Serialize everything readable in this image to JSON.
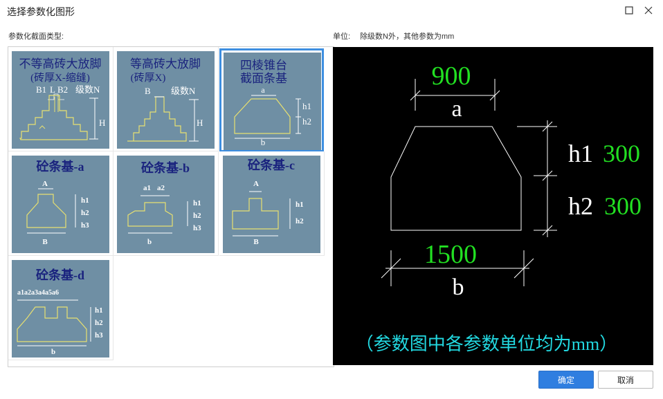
{
  "window": {
    "title": "选择参数化图形"
  },
  "labels": {
    "section_type": "参数化截面类型:",
    "unit_label": "单位:",
    "unit_desc": "除级数N外，其他参数为mm"
  },
  "shapes": [
    {
      "title1": "不等高砖大放脚",
      "title2": "(砖厚X-缩缝)",
      "b1": "B1",
      "l": "L",
      "b2": "B2",
      "n": "级数N",
      "h": "H"
    },
    {
      "title1": "等高砖大放脚",
      "title2": "(砖厚X)",
      "b": "B",
      "n": "级数N",
      "h": "H"
    },
    {
      "title1": "四棱锥台",
      "title2": "截面条基",
      "a": "a",
      "h1": "h1",
      "h2": "h2",
      "b": "b"
    },
    {
      "title": "砼条基-a",
      "a": "A",
      "h1": "h1",
      "h2": "h2",
      "h3": "h3",
      "b": "B"
    },
    {
      "title": "砼条基-b",
      "a1": "a1",
      "a2": "a2",
      "h1": "h1",
      "h2": "h2",
      "h3": "h3",
      "b": "b"
    },
    {
      "title": "砼条基-c",
      "a": "A",
      "h1": "h1",
      "h2": "h2",
      "b": "B"
    },
    {
      "title": "砼条基-d",
      "a": "a1a2a3a4a5a6",
      "h1": "h1",
      "h2": "h2",
      "h3": "h3",
      "b": "b"
    }
  ],
  "preview": {
    "a_value": "900",
    "a_label": "a",
    "h1_label": "h1",
    "h1_value": "300",
    "h2_label": "h2",
    "h2_value": "300",
    "b_value": "1500",
    "b_label": "b",
    "note": "（参数图中各参数单位均为mm）",
    "colors": {
      "value": "#22e022",
      "label": "#ffffff",
      "note": "#22d8e0",
      "line": "#ffffff"
    }
  },
  "buttons": {
    "ok": "确定",
    "cancel": "取消"
  },
  "colors": {
    "thumb_bg": "#6f8fa4",
    "shape_outline": "#e8e070",
    "accent": "#2f7ee0",
    "title_blue": "#1a237e"
  }
}
